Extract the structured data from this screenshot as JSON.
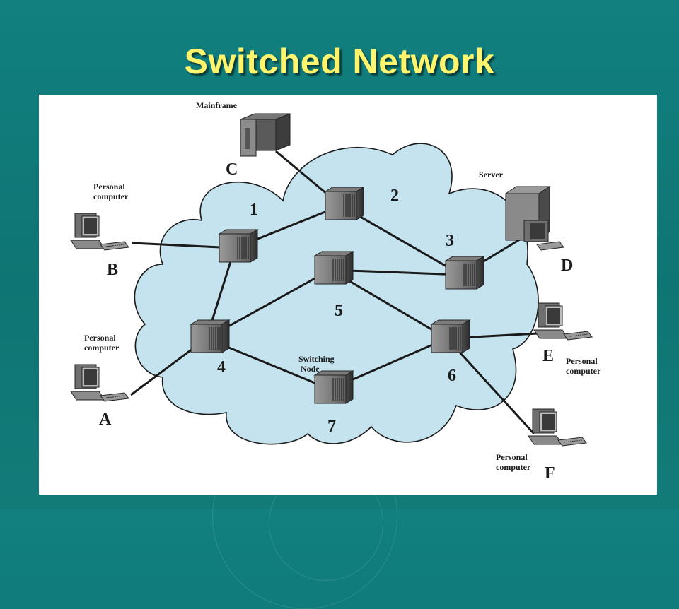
{
  "slide": {
    "title": "Switched Network",
    "colors": {
      "background": "#11807f",
      "title": "#fff46c",
      "cloud": "#c5e3ee",
      "line": "#1a1a1a"
    }
  },
  "diagram": {
    "nodes": [
      {
        "id": "1",
        "label": "1"
      },
      {
        "id": "2",
        "label": "2"
      },
      {
        "id": "3",
        "label": "3"
      },
      {
        "id": "4",
        "label": "4"
      },
      {
        "id": "5",
        "label": "5"
      },
      {
        "id": "6",
        "label": "6"
      },
      {
        "id": "7",
        "label": "7"
      }
    ],
    "switching_node_label": "Switching Node",
    "devices": [
      {
        "id": "A",
        "letter": "A",
        "type": "Personal computer",
        "type_label": "Personal computer"
      },
      {
        "id": "B",
        "letter": "B",
        "type": "Personal computer",
        "type_label": "Personal computer"
      },
      {
        "id": "C",
        "letter": "C",
        "type": "Mainframe",
        "type_label": "Mainframe"
      },
      {
        "id": "D",
        "letter": "D",
        "type": "Server",
        "type_label": "Server"
      },
      {
        "id": "E",
        "letter": "E",
        "type": "Personal computer",
        "type_label": "Personal computer"
      },
      {
        "id": "F",
        "letter": "F",
        "type": "Personal computer",
        "type_label": "Personal computer"
      }
    ],
    "links": [
      [
        "C",
        "2"
      ],
      [
        "B",
        "1"
      ],
      [
        "1",
        "2"
      ],
      [
        "2",
        "3"
      ],
      [
        "3",
        "D"
      ],
      [
        "3",
        "5"
      ],
      [
        "1",
        "4"
      ],
      [
        "4",
        "5"
      ],
      [
        "5",
        "6"
      ],
      [
        "4",
        "A"
      ],
      [
        "4",
        "7"
      ],
      [
        "7",
        "6"
      ],
      [
        "6",
        "E"
      ],
      [
        "6",
        "F"
      ]
    ],
    "icons": [
      "switch-node-icon",
      "personal-computer-icon",
      "mainframe-icon",
      "server-icon"
    ]
  }
}
